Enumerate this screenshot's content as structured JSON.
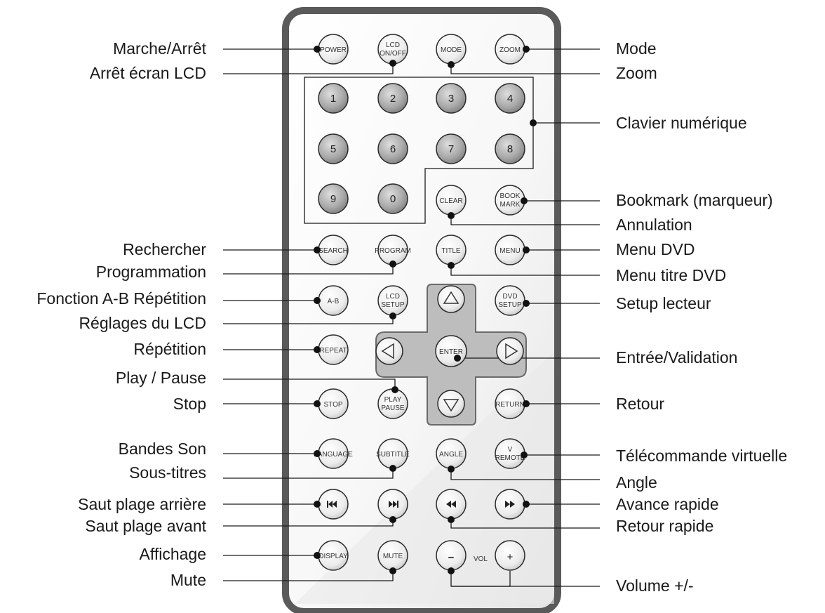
{
  "buttons": {
    "power": [
      "POWER"
    ],
    "lcd_onoff": [
      "LCD",
      "ON/OFF"
    ],
    "mode": [
      "MODE"
    ],
    "zoom": [
      "ZOOM"
    ],
    "n1": "1",
    "n2": "2",
    "n3": "3",
    "n4": "4",
    "n5": "5",
    "n6": "6",
    "n7": "7",
    "n8": "8",
    "n9": "9",
    "n0": "0",
    "clear": [
      "CLEAR"
    ],
    "bookmark": [
      "BOOK",
      "MARK"
    ],
    "search": [
      "SEARCH"
    ],
    "program": [
      "PROGRAM"
    ],
    "title": [
      "TITLE"
    ],
    "menu": [
      "MENU"
    ],
    "ab": [
      "A-B"
    ],
    "lcd_setup": [
      "LCD",
      "SETUP"
    ],
    "dvd_setup": [
      "DVD",
      "SETUP"
    ],
    "repeat": [
      "REPEAT"
    ],
    "enter": [
      "ENTER"
    ],
    "stop": [
      "STOP"
    ],
    "play_pause": [
      "PLAY",
      "PAUSE"
    ],
    "return": [
      "RETURN"
    ],
    "language": [
      "LANGUAGE"
    ],
    "subtitle": [
      "SUBTITLE"
    ],
    "angle": [
      "ANGLE"
    ],
    "vremote": [
      "V",
      "REMOTE"
    ],
    "display": [
      "DISPLAY"
    ],
    "mute": [
      "MUTE"
    ],
    "vol_minus": "−",
    "vol_plus": "+",
    "vol_label": "VOL"
  },
  "labels": {
    "marche_arret": "Marche/Arrêt",
    "arret_lcd": "Arrêt écran LCD",
    "mode": "Mode",
    "zoom": "Zoom",
    "clavier": "Clavier numérique",
    "bookmark": "Bookmark (marqueur)",
    "annulation": "Annulation",
    "rechercher": "Rechercher",
    "menu_dvd": "Menu DVD",
    "programmation": "Programmation",
    "menu_titre": "Menu titre DVD",
    "ab_repetition": "Fonction A-B Répétition",
    "setup_lecteur": "Setup lecteur",
    "reglages_lcd": "Réglages du LCD",
    "repetition": "Répétition",
    "entree": "Entrée/Validation",
    "play_pause": "Play / Pause",
    "stop": "Stop",
    "retour": "Retour",
    "bandes_son": "Bandes Son",
    "telecommande": "Télécommande virtuelle",
    "sous_titres": "Sous-titres",
    "angle": "Angle",
    "saut_arriere": "Saut plage arrière",
    "avance_rapide": "Avance rapide",
    "saut_avant": "Saut plage avant",
    "retour_rapide": "Retour rapide",
    "affichage": "Affichage",
    "mute": "Mute",
    "volume": "Volume +/-"
  }
}
